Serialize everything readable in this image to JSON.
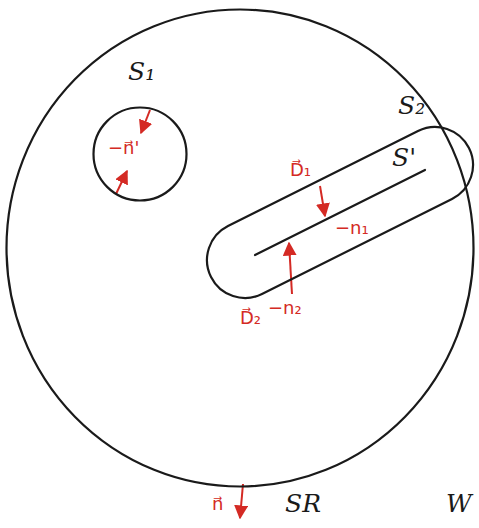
{
  "diagram": {
    "nodes": [
      {
        "text": [
          "SR"
        ]
      },
      {
        "text": [
          "S₁"
        ],
        "in": 0
      },
      {
        "text": [
          "S₂"
        ],
        "in": 0
      }
    ],
    "labels": [
      "−n⃗'",
      "D⃗₁",
      "−n₁",
      "D⃗₂",
      "−n₂",
      "n⃗",
      "S'",
      "W"
    ]
  }
}
